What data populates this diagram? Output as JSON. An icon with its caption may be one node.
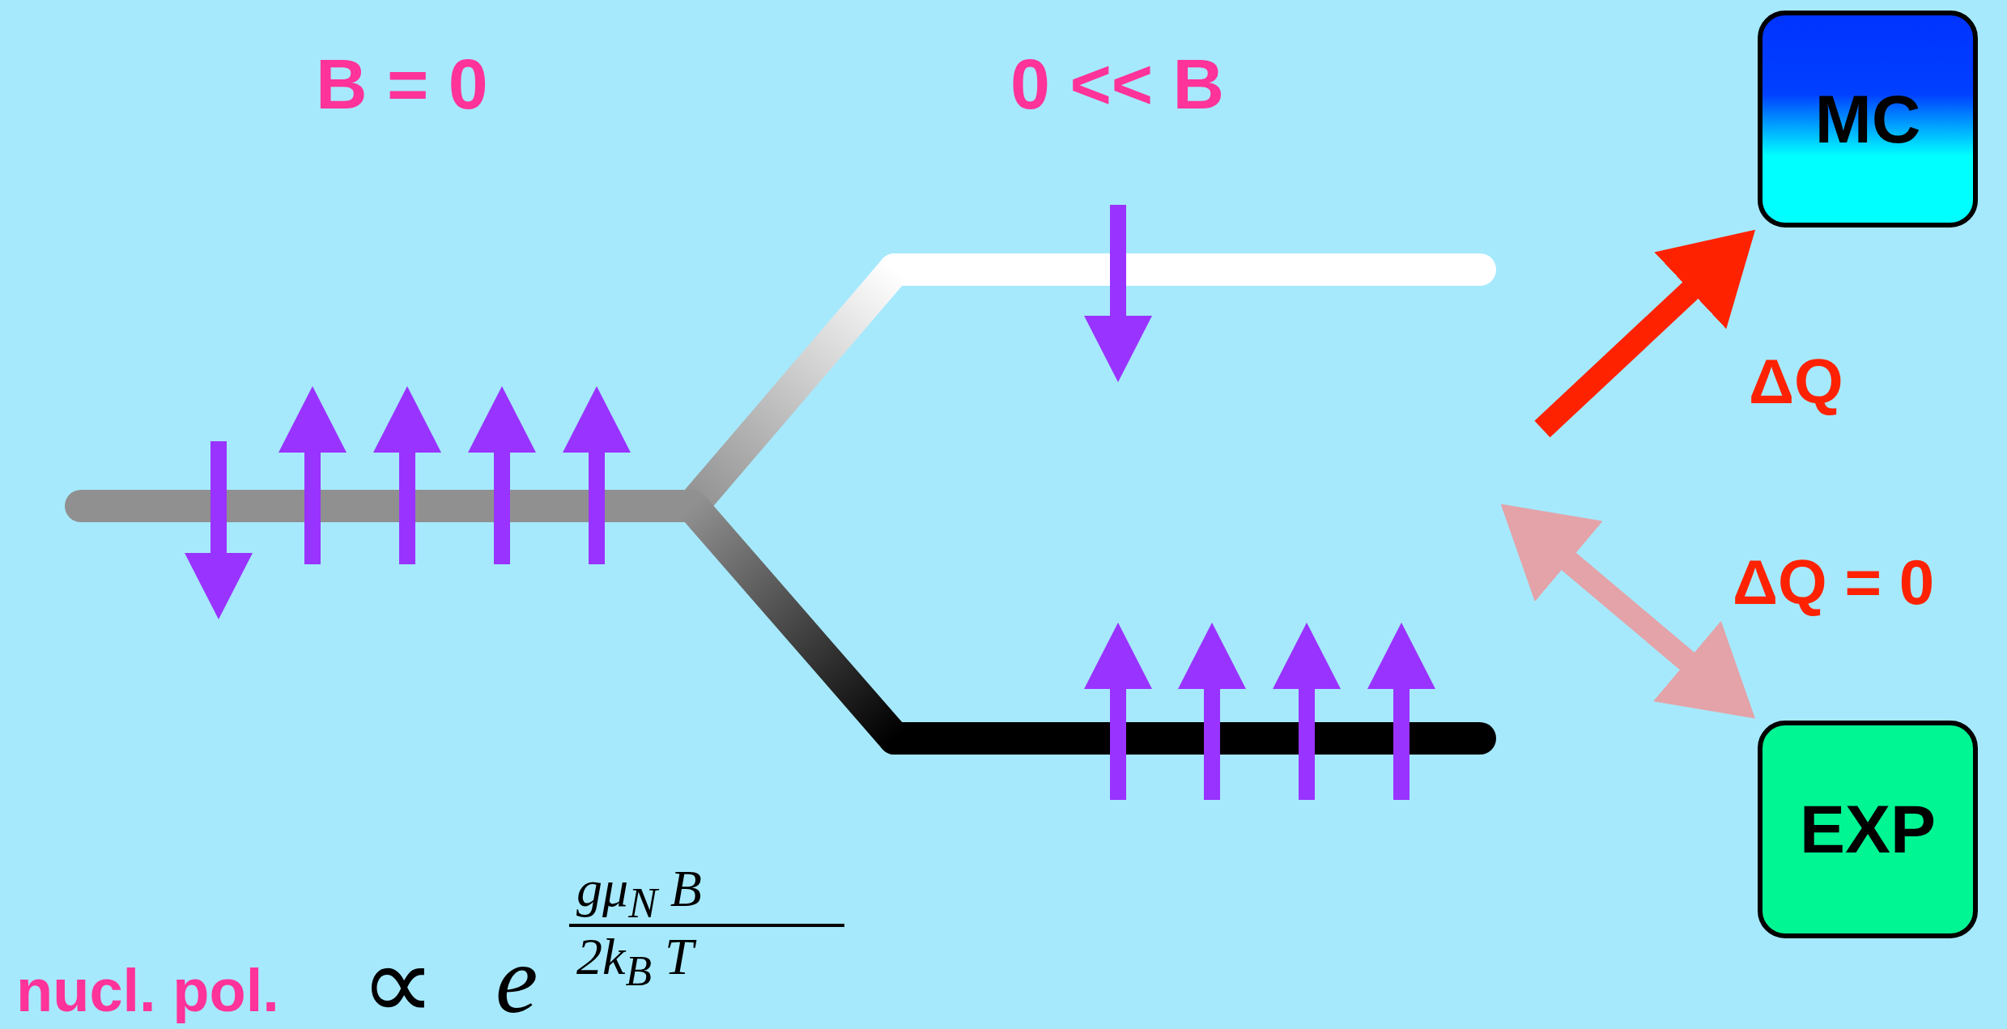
{
  "diagram": {
    "nodes": [
      {
        "text": [
          "MC"
        ]
      },
      {
        "text": [
          "EXP"
        ]
      }
    ],
    "edges": [
      {
        "from": null,
        "to": 0,
        "arrow": "to",
        "label": "ΔQ",
        "color": "#ff2200"
      },
      {
        "from": null,
        "to": 1,
        "arrow": "both",
        "label": "ΔQ = 0",
        "color": "#e3a3a8"
      }
    ],
    "labels": [
      "B = 0",
      "0 << B",
      "nucl. pol.",
      "∝",
      "e",
      "gμ$_{N}$ B",
      "2k$_{B}$ T"
    ]
  }
}
